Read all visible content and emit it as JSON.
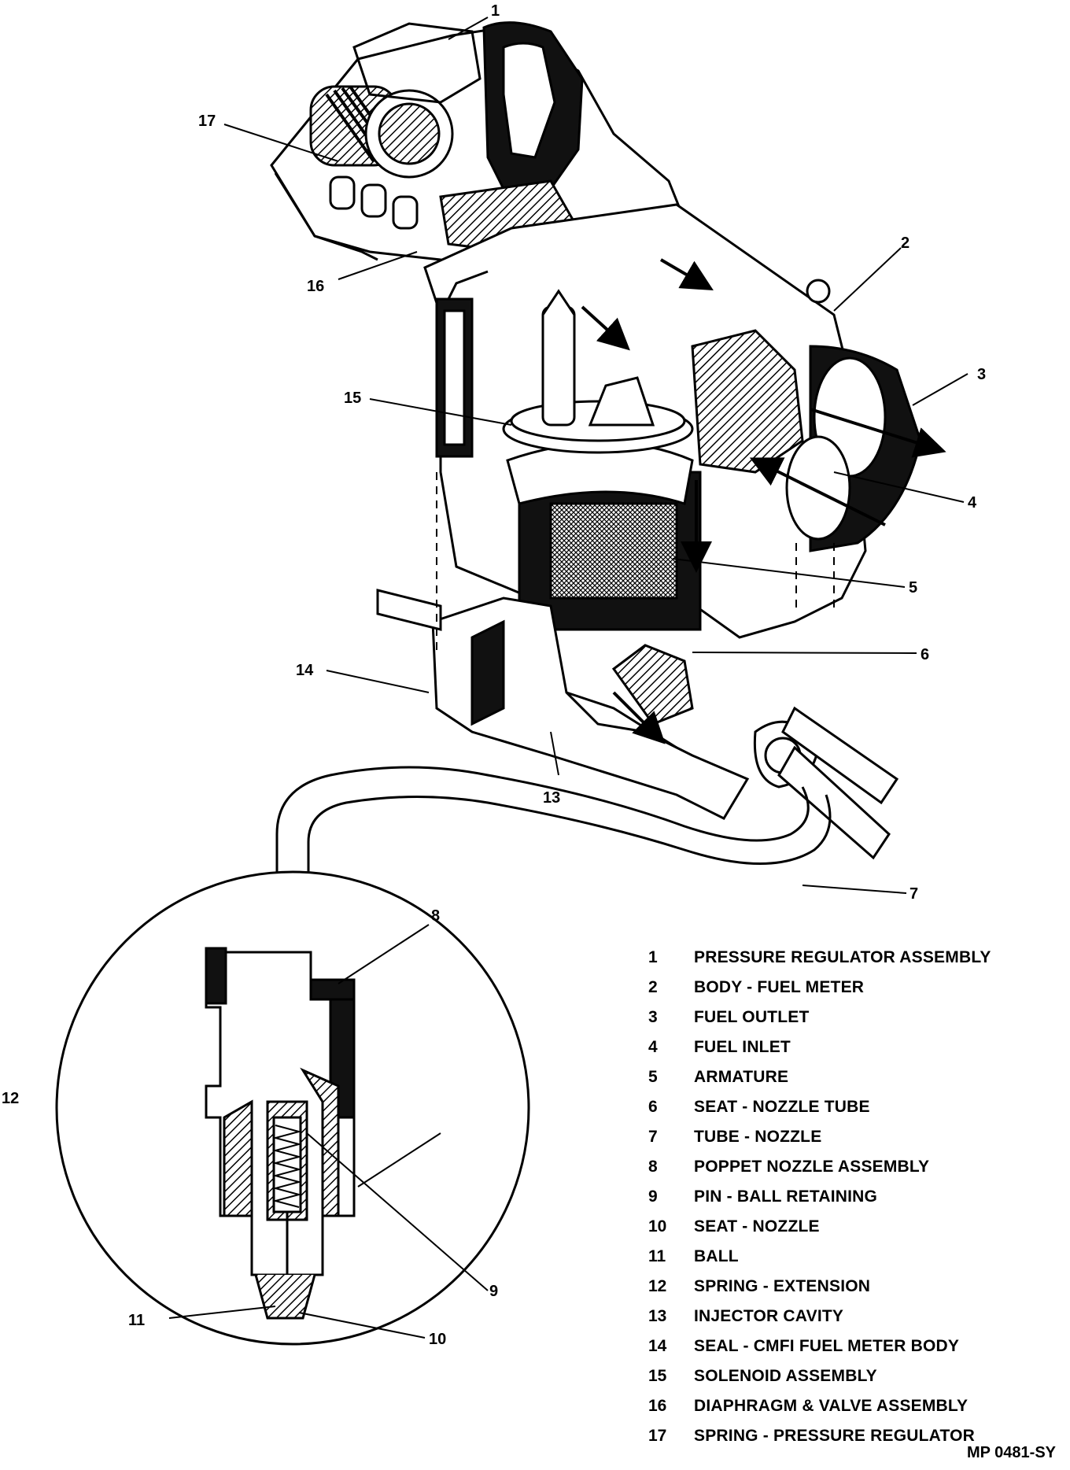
{
  "callouts": [
    "1",
    "2",
    "3",
    "4",
    "5",
    "6",
    "7",
    "8",
    "9",
    "10",
    "11",
    "12",
    "13",
    "14",
    "15",
    "16",
    "17"
  ],
  "legend": [
    {
      "num": "1",
      "label": "PRESSURE REGULATOR ASSEMBLY"
    },
    {
      "num": "2",
      "label": "BODY - FUEL METER"
    },
    {
      "num": "3",
      "label": "FUEL OUTLET"
    },
    {
      "num": "4",
      "label": "FUEL INLET"
    },
    {
      "num": "5",
      "label": "ARMATURE"
    },
    {
      "num": "6",
      "label": "SEAT - NOZZLE TUBE"
    },
    {
      "num": "7",
      "label": "TUBE - NOZZLE"
    },
    {
      "num": "8",
      "label": "POPPET NOZZLE ASSEMBLY"
    },
    {
      "num": "9",
      "label": "PIN - BALL RETAINING"
    },
    {
      "num": "10",
      "label": "SEAT - NOZZLE"
    },
    {
      "num": "11",
      "label": "BALL"
    },
    {
      "num": "12",
      "label": "SPRING - EXTENSION"
    },
    {
      "num": "13",
      "label": "INJECTOR CAVITY"
    },
    {
      "num": "14",
      "label": "SEAL - CMFI FUEL METER BODY"
    },
    {
      "num": "15",
      "label": "SOLENOID ASSEMBLY"
    },
    {
      "num": "16",
      "label": "DIAPHRAGM & VALVE ASSEMBLY"
    },
    {
      "num": "17",
      "label": "SPRING - PRESSURE REGULATOR"
    }
  ],
  "figure_id": "MP 0481-SY"
}
